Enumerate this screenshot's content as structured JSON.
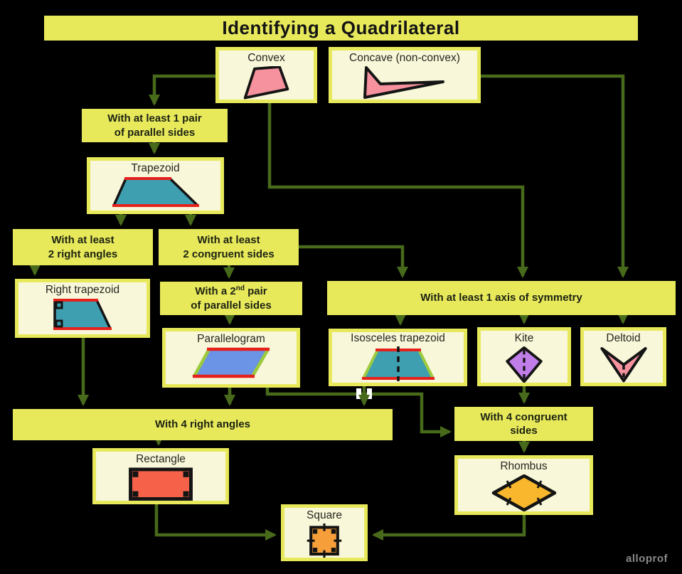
{
  "title": "Identifying a Quadrilateral",
  "watermark": "alloprof",
  "colors": {
    "background": "#000000",
    "condition_fill": "#e7e95b",
    "node_fill": "#f8f7d9",
    "node_border": "#e7e95b",
    "arrow_green": "#486a1b",
    "text_dark": "#1d2212",
    "shape_pink": "#f5929e",
    "shape_teal": "#3e9fb1",
    "shape_blue": "#6b93e6",
    "shape_purple": "#c17ee9",
    "shape_rhombus_orange": "#f9b72e",
    "shape_square_orange": "#f59e3a",
    "shape_rectangle_red": "#f56249",
    "parallel_mark_red": "#e6211c",
    "congruent_mark_green": "#9ccb3c",
    "outline_black": "#141414",
    "watermark_gray": "#8a8a8a"
  },
  "nodes": {
    "convex": "Convex",
    "concave": "Concave (non-convex)",
    "trapezoid": "Trapezoid",
    "right_trapezoid": "Right trapezoid",
    "parallelogram": "Parallelogram",
    "isosceles_trapezoid": "Isosceles trapezoid",
    "kite": "Kite",
    "deltoid": "Deltoid",
    "rectangle": "Rectangle",
    "rhombus": "Rhombus",
    "square": "Square"
  },
  "conditions": {
    "pair_parallel_line1": "With at least 1 pair",
    "pair_parallel_line2": "of parallel sides",
    "two_right_angles_line1": "With at least",
    "two_right_angles_line2": "2 right angles",
    "two_congruent_line1": "With at least",
    "two_congruent_line2": "2 congruent sides",
    "second_pair_prefix": "With a 2",
    "second_pair_sup": "nd",
    "second_pair_suffix": " pair",
    "second_pair_line2": "of parallel sides",
    "symmetry": "With at least 1 axis of symmetry",
    "four_right_angles": "With 4 right angles",
    "four_congruent_line1": "With 4 congruent",
    "four_congruent_line2": "sides"
  }
}
